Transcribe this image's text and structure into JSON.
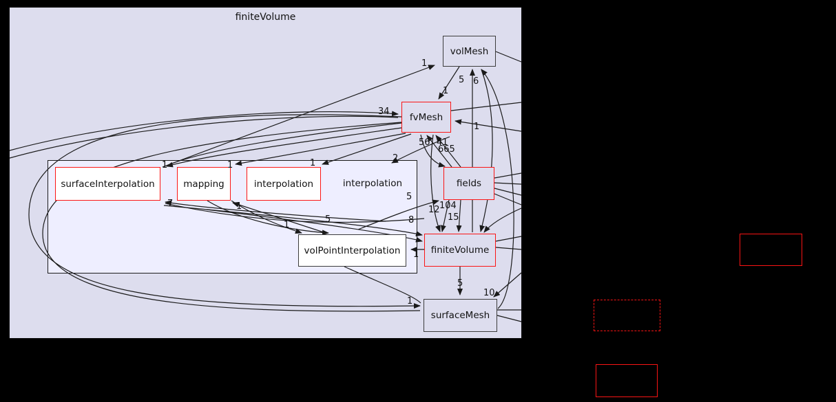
{
  "diagram": {
    "outer_cluster_label": "finiteVolume",
    "inner_cluster_label": "interpolation",
    "nodes": {
      "volMesh": "volMesh",
      "fvMesh": "fvMesh",
      "fields": "fields",
      "surfaceInterpolation": "surfaceInterpolation",
      "mapping": "mapping",
      "interpolation": "interpolation",
      "volPointInterpolation": "volPointInterpolation",
      "finiteVolume": "finiteVolume",
      "surfaceMesh": "surfaceMesh"
    },
    "edge_labels": [
      "1",
      "5",
      "6",
      "1",
      "34",
      "1",
      "56",
      "41",
      "665",
      "2",
      "1",
      "1",
      "1",
      "7",
      "1",
      "5",
      "104",
      "12",
      "15",
      "8",
      "1",
      "5",
      "1",
      "5",
      "10",
      "1"
    ],
    "colors": {
      "page_bg": "#000000",
      "cluster_bg": "#ddddee",
      "inner_cluster_bg": "#eeeeff",
      "node_border_red": "#fb1414",
      "node_border_dark": "#3c3c3c",
      "node_fill_white": "#ffffff",
      "edge": "#1a1a1a"
    }
  }
}
